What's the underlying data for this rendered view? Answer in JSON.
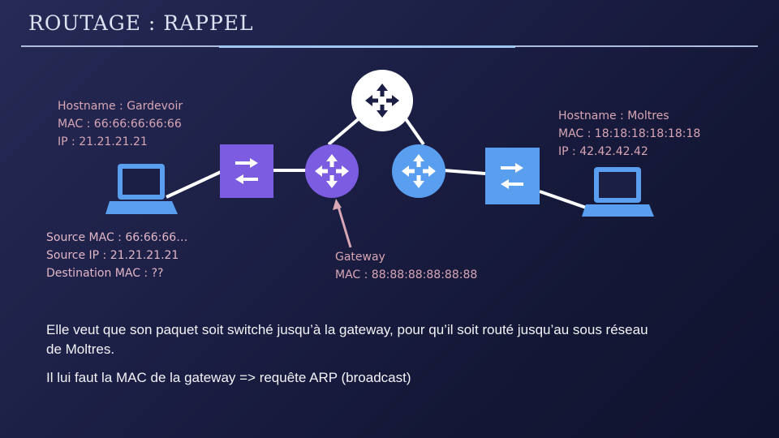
{
  "title": "ROUTAGE : RAPPEL",
  "hosts": {
    "gardevoir": {
      "hostname": "Hostname : Gardevoir",
      "mac": "MAC : 66:66:66:66:66",
      "ip": "IP : 21.21.21.21"
    },
    "moltres": {
      "hostname": "Hostname : Moltres",
      "mac": "MAC : 18:18:18:18:18:18",
      "ip": "IP : 42.42.42.42"
    }
  },
  "packet": {
    "source_mac": "Source MAC : 66:66:66…",
    "source_ip": "Source IP : 21.21.21.21",
    "destination_mac": "Destination MAC : ??"
  },
  "gateway": {
    "label": "Gateway",
    "mac": "MAC : 88:88:88:88:88:88"
  },
  "text": {
    "paragraph1": "Elle veut que son paquet soit switché jusqu’à la gateway, pour qu’il soit routé jusqu’au sous réseau de Moltres.",
    "paragraph2": "Il lui faut la MAC de la gateway => requête ARP (broadcast)"
  },
  "colors": {
    "background": "#1c1f45",
    "switch": "#7c5ce0",
    "gateway_router": "#7c5ce0",
    "top_router": "#ffffff",
    "right_router": "#5a9fef",
    "laptop": "#5a9fef",
    "label": "#d8a6b5"
  },
  "icons": [
    "laptop-icon",
    "switch-icon",
    "router-icon"
  ]
}
